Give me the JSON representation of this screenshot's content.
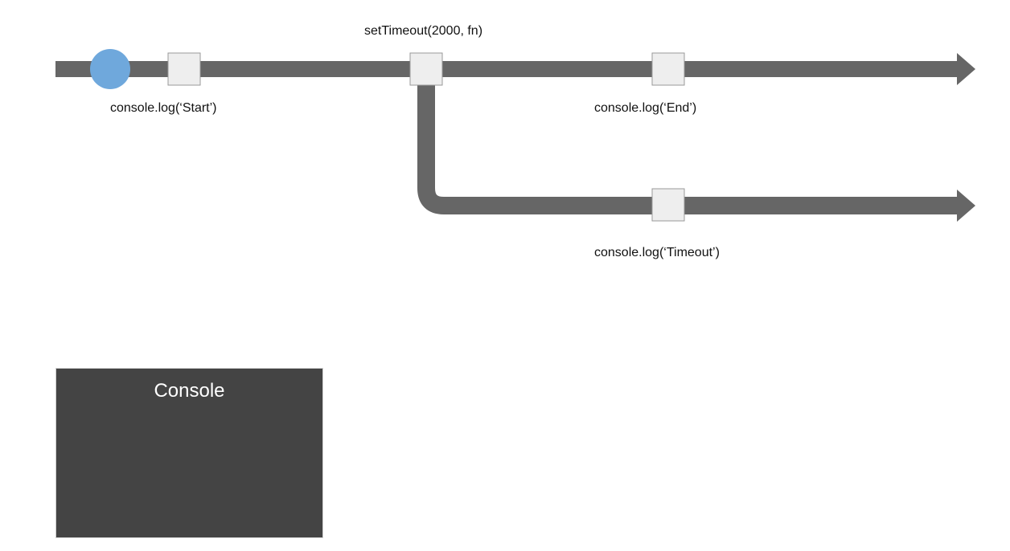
{
  "diagram": {
    "colors": {
      "track": "#666666",
      "node_fill": "#eeeeee",
      "node_stroke": "#999999",
      "marker": "#6fa8dc",
      "console_bg": "#444444",
      "console_text": "#ffffff"
    },
    "labels": {
      "start": "console.log(‘Start’)",
      "set_timeout": "setTimeout(2000, fn)",
      "end": "console.log(‘End’)",
      "timeout": "console.log(‘Timeout’)"
    },
    "console": {
      "title": "Console"
    }
  }
}
